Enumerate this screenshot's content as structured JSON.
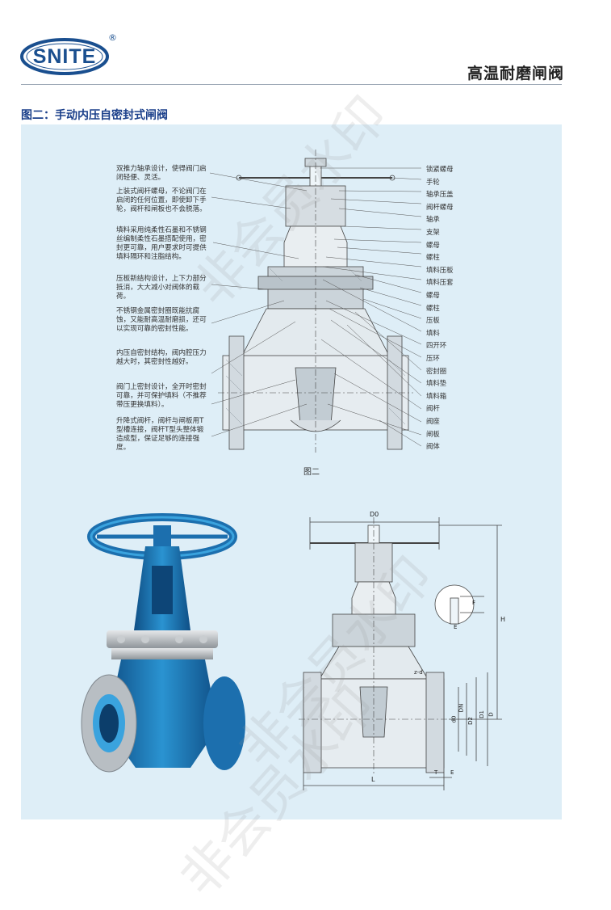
{
  "header": {
    "brand": "SNITE",
    "registered": "®",
    "page_title": "高温耐磨闸阀"
  },
  "figure": {
    "title": "图二：手动内压自密封式闸阀",
    "caption": "图二"
  },
  "notes": [
    "双推力轴承设计，使得阀门启闭轻便、灵活。",
    "上装式阀杆螺母，不论阀门在启闭的任何位置，即使卸下手轮，阀杆和闸板也不会脱落。",
    "填料采用纯柔性石墨和不锈钢丝编制柔性石墨搭配使用，密封更可靠，用户要求时可提供填料隔环和注脂结构。",
    "压板新结构设计，上下力部分抵消，大大减小对阀体的载荷。",
    "不锈钢金属密封圈既能抗腐蚀，又能耐高温耐磨损，还可以实现可靠的密封性能。",
    "内压自密封结构，阀内腔压力越大时，其密封性越好。",
    "阀门上密封设计，全开时密封可靠，并可保护填料（不推荐带压更换填料）。",
    "升降式阀杆，阀杆与闸板用T型槽连接，阀杆T型头整体锻造成型，保证足够的连接强度。"
  ],
  "parts": [
    "锁紧螺母",
    "手轮",
    "轴承压盖",
    "阀杆螺母",
    "轴承",
    "支架",
    "螺母",
    "螺柱",
    "填料压板",
    "填料压套",
    "螺母",
    "螺柱",
    "压板",
    "填料",
    "四开环",
    "压环",
    "密封圈",
    "填料垫",
    "填料箱",
    "阀杆",
    "阀座",
    "闸板",
    "阀体"
  ],
  "dimensions": {
    "d0": "D0",
    "h": "H",
    "f": "F",
    "e": "E",
    "zd": "z-d",
    "dn": "d0",
    "dd": "DN",
    "d2": "D2",
    "d1": "D1",
    "d": "D",
    "l": "L",
    "t": "T",
    "e2": "E"
  },
  "watermark": [
    "非会员水印",
    "非会员水印",
    "非会员水印"
  ],
  "colors": {
    "brand_blue": "#1a4f8f",
    "panel_bg": "#deeef7",
    "valve_blue": "#1f7fc0"
  }
}
